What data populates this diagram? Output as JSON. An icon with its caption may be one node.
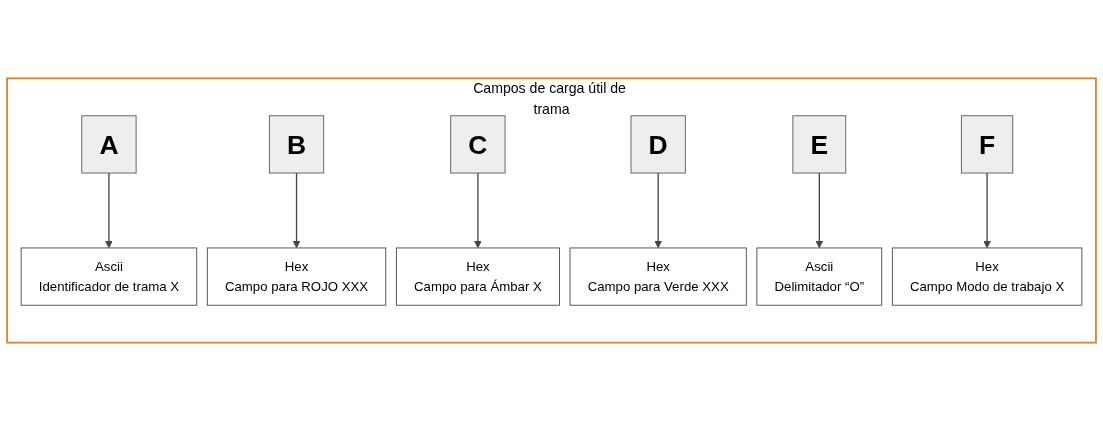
{
  "diagram": {
    "nodes": [
      {
        "text": [
          "Campos de carga útil de trama"
        ]
      },
      {
        "text": [
          "A"
        ],
        "in": 0
      },
      {
        "text": [
          "B"
        ],
        "in": 0
      },
      {
        "text": [
          "C"
        ],
        "in": 0
      },
      {
        "text": [
          "D"
        ],
        "in": 0
      },
      {
        "text": [
          "E"
        ],
        "in": 0
      },
      {
        "text": [
          "F"
        ],
        "in": 0
      },
      {
        "text": [
          "Ascii",
          "Identificador de trama X"
        ],
        "in": 0
      },
      {
        "text": [
          "Hex",
          "Campo para ROJO XXX"
        ],
        "in": 0
      },
      {
        "text": [
          "Hex",
          "Campo para Verde XXX"
        ],
        "in": 0
      },
      {
        "text": [
          "Hex",
          "Campo Modo de trabajo X"
        ],
        "in": 0
      },
      {
        "text": [
          "Hex",
          "Campo para Ámbar X"
        ],
        "in": 0
      },
      {
        "text": [
          "Ascii",
          "Delimitador “O”"
        ],
        "in": 0
      }
    ],
    "edges": [
      {
        "from": 1,
        "to": 7,
        "arrow": "to"
      },
      {
        "from": 2,
        "to": 8,
        "arrow": "to"
      },
      {
        "from": 3,
        "to": 11,
        "arrow": "to"
      },
      {
        "from": 4,
        "to": 9,
        "arrow": "to"
      },
      {
        "from": 5,
        "to": 12,
        "arrow": "to"
      },
      {
        "from": 6,
        "to": 10,
        "arrow": "to"
      }
    ]
  }
}
